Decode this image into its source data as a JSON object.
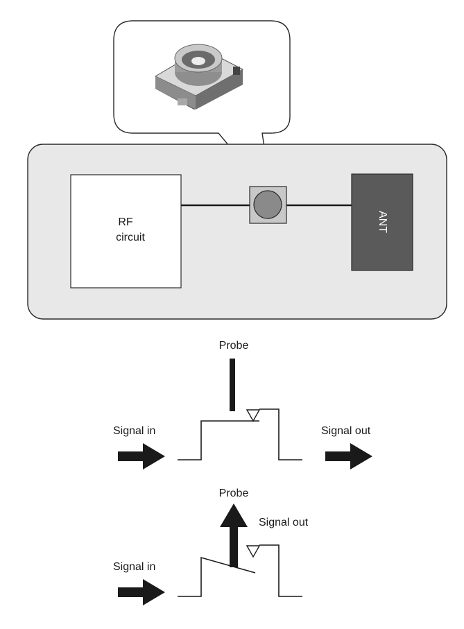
{
  "top_diagram": {
    "rf_block": {
      "line1": "RF",
      "line2": "circuit"
    },
    "antenna_label": "ANT",
    "connector_icon": "coaxial-switch-connector-photo"
  },
  "bottom_diagram": {
    "state1": {
      "probe_label": "Probe",
      "signal_in_label": "Signal in",
      "signal_out_label": "Signal out"
    },
    "state2": {
      "probe_label": "Probe",
      "signal_in_label": "Signal in",
      "signal_out_label": "Signal out"
    }
  },
  "colors": {
    "board_fill": "#e8e8e8",
    "antenna_fill": "#5a5a5a",
    "connector_fill": "#c8c8c8",
    "connector_hole": "#8a8a8a"
  }
}
